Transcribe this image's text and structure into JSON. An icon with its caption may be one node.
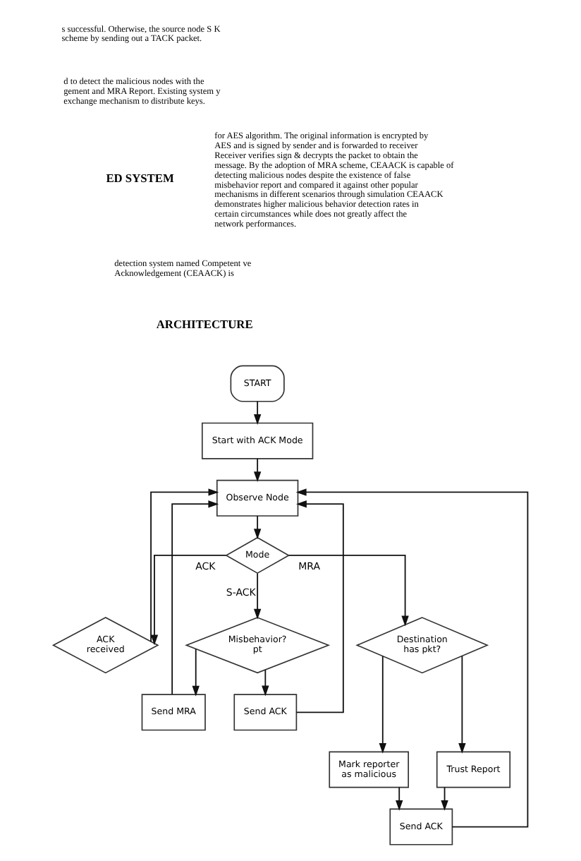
{
  "diagram": {
    "nodes": [
      {
        "text": [
          "START"
        ]
      },
      {
        "text": [
          "Start with ACK Mode"
        ]
      },
      {
        "text": [
          "Observe Node"
        ]
      },
      {
        "text": [
          "Mode"
        ]
      },
      {
        "text": [
          "ACK received"
        ]
      },
      {
        "text": [
          "Misbehavior? pt"
        ]
      },
      {
        "text": [
          "Destination has pkt?"
        ]
      },
      {
        "text": [
          "Send MRA"
        ]
      },
      {
        "text": [
          "Send ACK"
        ]
      },
      {
        "text": [
          "Mark reporter as malicious"
        ]
      },
      {
        "text": [
          "Trust Report"
        ]
      },
      {
        "text": [
          "Send ACK"
        ]
      }
    ],
    "edges": [
      {
        "from": 0,
        "to": 1,
        "arrow": "to"
      },
      {
        "from": 1,
        "to": 2,
        "arrow": "to"
      },
      {
        "from": 2,
        "to": 3,
        "arrow": "to"
      },
      {
        "from": 3,
        "to": 4,
        "arrow": "to",
        "label": "ACK"
      },
      {
        "from": 3,
        "to": 5,
        "arrow": "to",
        "label": "S-ACK"
      },
      {
        "from": 3,
        "to": 6,
        "arrow": "to",
        "label": "MRA"
      },
      {
        "from": 4,
        "to": 2,
        "arrow": "to"
      },
      {
        "from": 5,
        "to": 7,
        "arrow": "to"
      },
      {
        "from": 5,
        "to": 8,
        "arrow": "to"
      },
      {
        "from": 7,
        "to": 2,
        "arrow": "to"
      },
      {
        "from": 8,
        "to": 2,
        "arrow": "to"
      },
      {
        "from": 6,
        "to": 9,
        "arrow": "to"
      },
      {
        "from": 6,
        "to": 10,
        "arrow": "to"
      },
      {
        "from": 9,
        "to": 11,
        "arrow": "to"
      },
      {
        "from": 10,
        "to": 11,
        "arrow": "to"
      },
      {
        "from": 11,
        "to": 2,
        "arrow": "to"
      }
    ],
    "labels": [
      "s successful. Otherwise, the source node S K scheme by sending out a TACK packet.",
      "d to detect the malicious nodes with the gement and MRA Report. Existing system y exchange mechanism to distribute keys.",
      "ED SYSTEM",
      "detection system named Competent ve Acknowledgement (CEAACK) is",
      "ARCHITECTURE",
      "for AES algorithm. The original information is encrypted by AES and is signed by sender and is forwarded to receiver Receiver verifies sign & decrypts the packet to obtain the message. By the adoption of MRA scheme, CEAACK is capable of detecting malicious nodes despite the existence of false misbehavior report and compared it against other popular mechanisms in different scenarios through simulation CEAACK demonstrates higher malicious behavior detection rates in certain circumstances while does not greatly affect the network performances."
    ]
  }
}
